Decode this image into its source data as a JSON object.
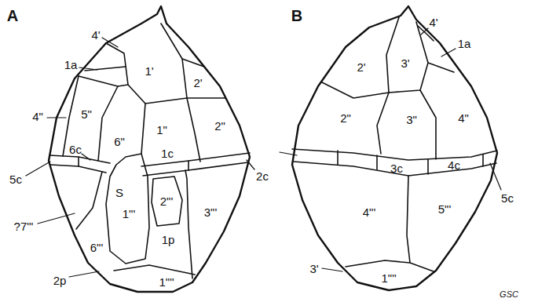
{
  "diagram": {
    "labels": [
      "A",
      "4'",
      "1a",
      "1'",
      "2'",
      "1\"",
      "2\"",
      "4\"",
      "5\"",
      "6\"",
      "6c",
      "1c",
      "5c",
      "S",
      "2c",
      "1\"'",
      "2\"'",
      "3\"'",
      "?7\"'",
      "6\"'",
      "1p",
      "2p",
      "1\"\"",
      "B",
      "4'",
      "1a",
      "2'",
      "3'",
      "2\"",
      "3\"",
      "4\"",
      "3c",
      "4c",
      "5c",
      "4\"'",
      "5\"'",
      "3'",
      "1\"\"",
      "GSC"
    ]
  }
}
